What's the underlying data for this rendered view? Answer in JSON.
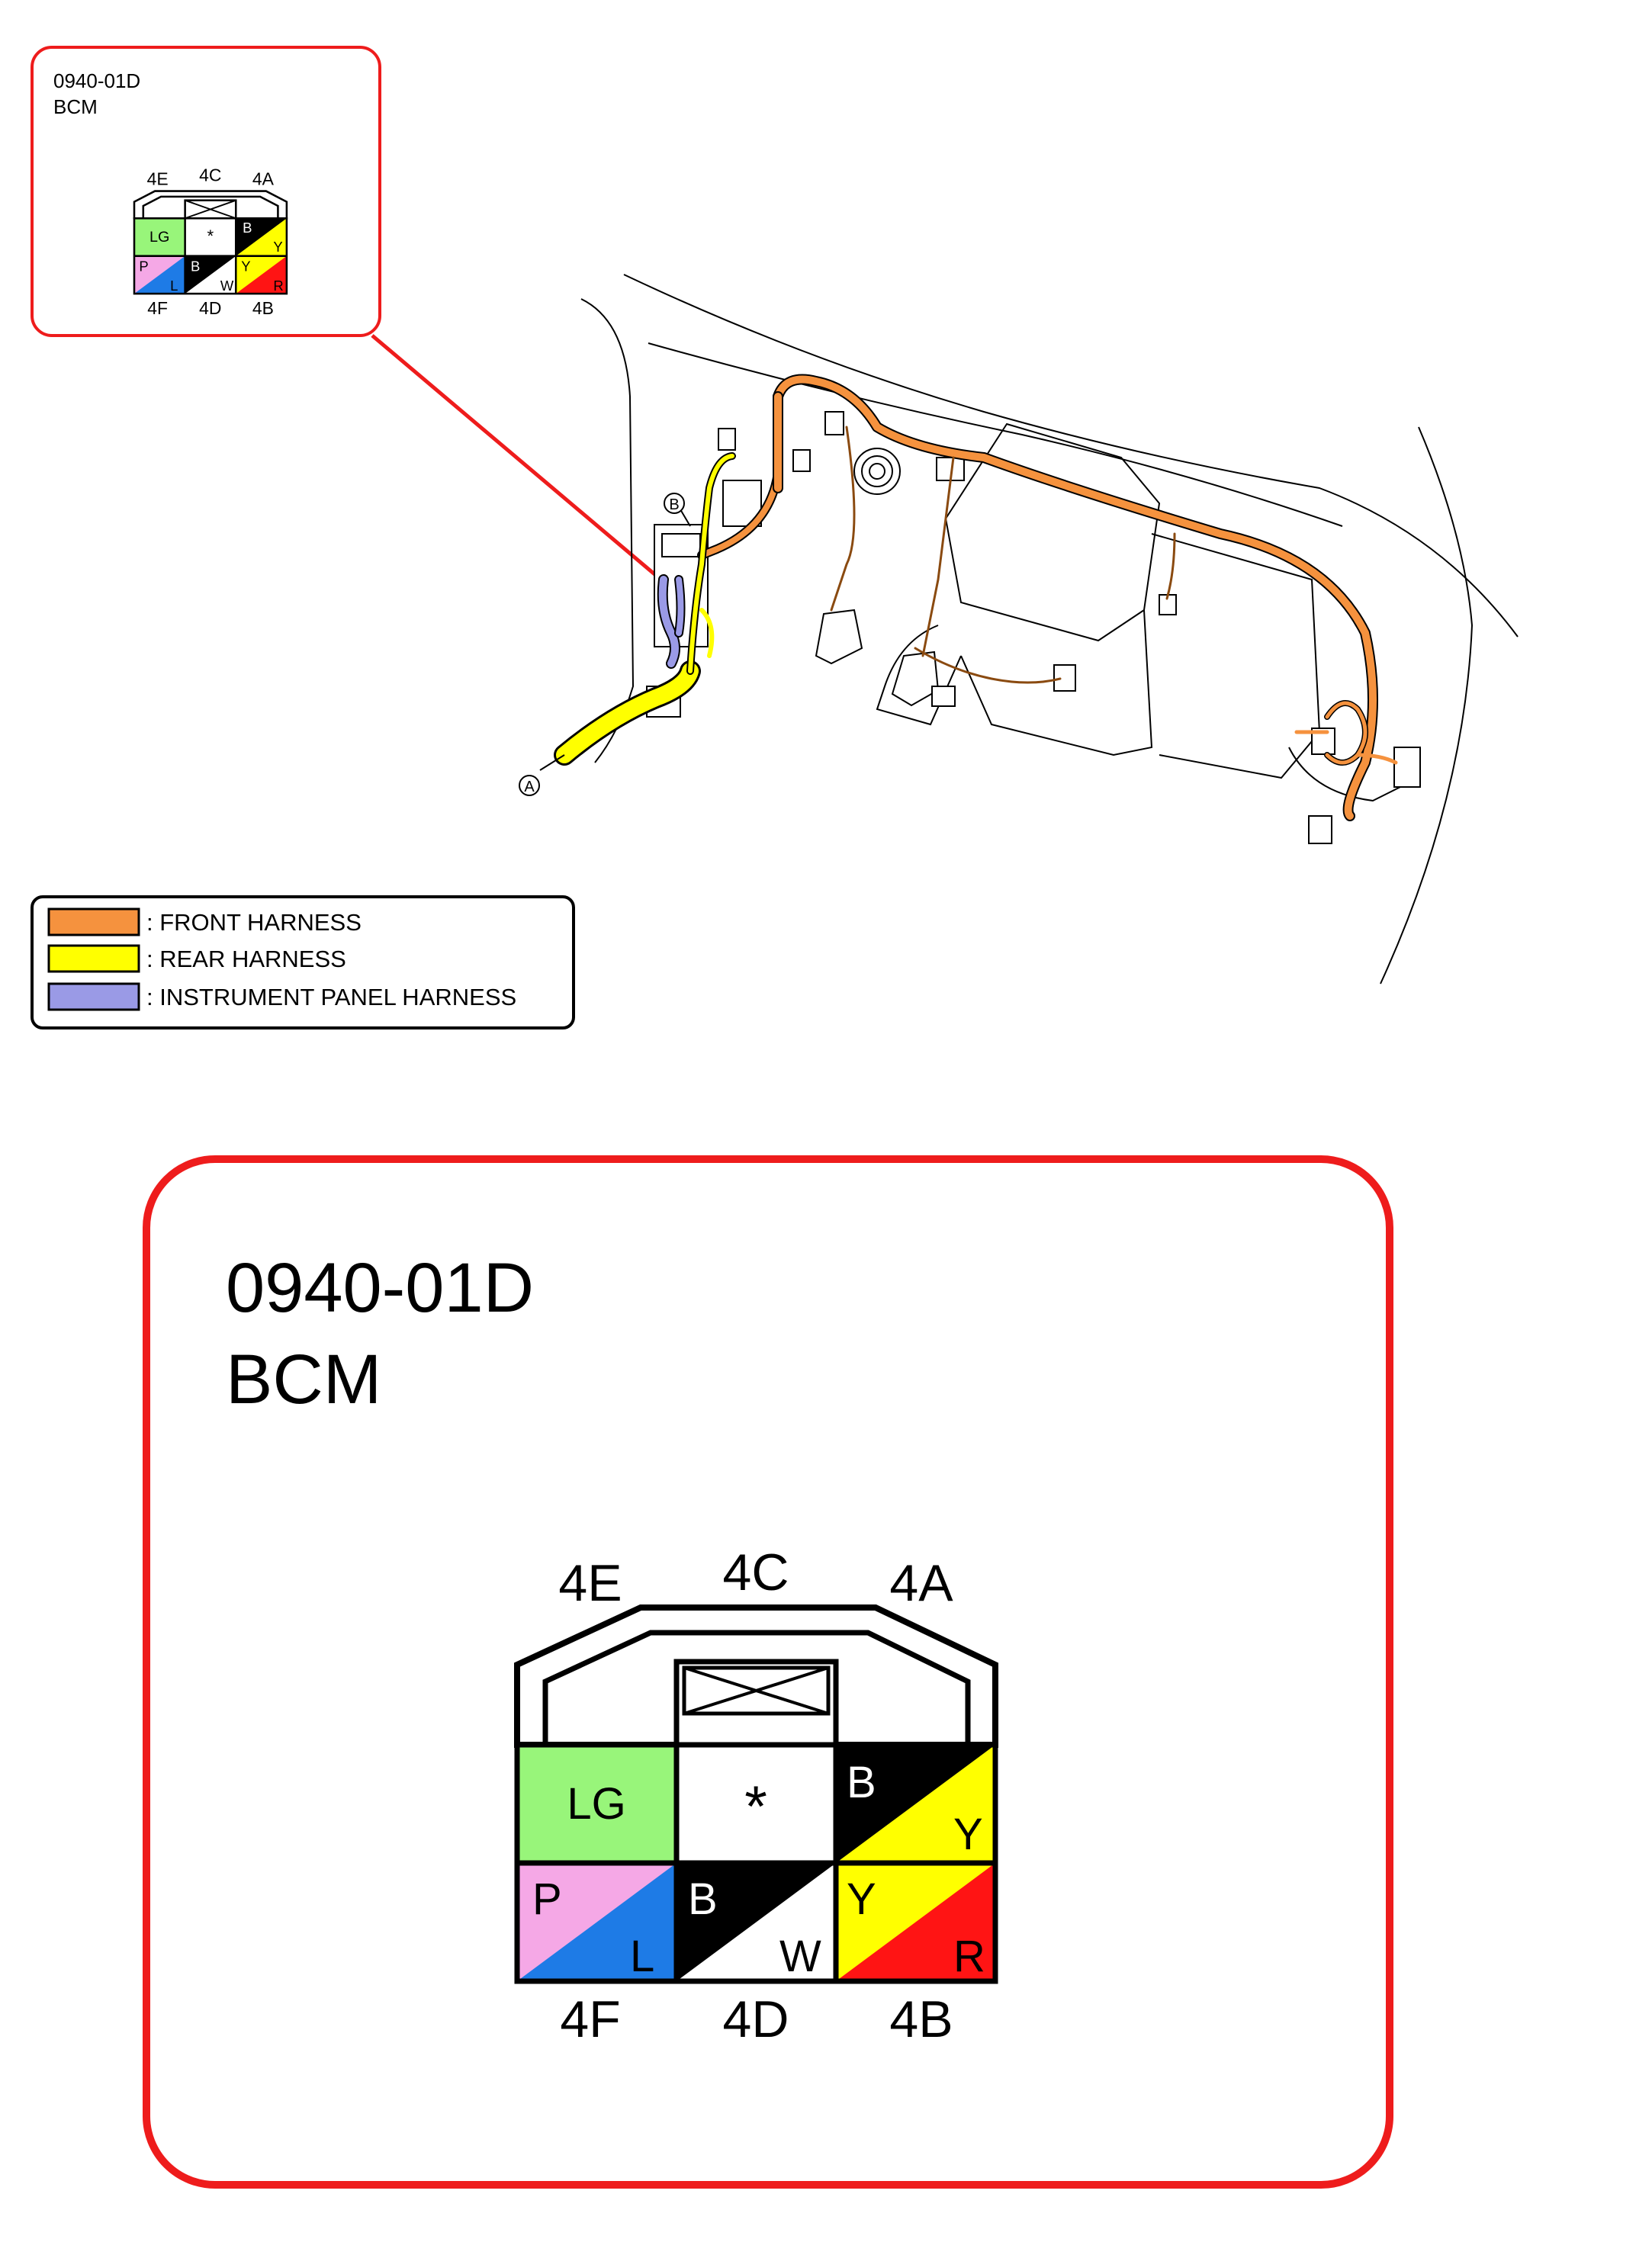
{
  "thumbnail": {
    "code": "0940-01D",
    "name": "BCM",
    "pins_top": [
      "4E",
      "4C",
      "4A"
    ],
    "pins_bottom": [
      "4F",
      "4D",
      "4B"
    ],
    "cells": [
      {
        "main": "LG",
        "secondary": ""
      },
      {
        "main": "*",
        "secondary": ""
      },
      {
        "main": "B",
        "secondary": "Y"
      },
      {
        "main": "P",
        "secondary": "L"
      },
      {
        "main": "B",
        "secondary": "W"
      },
      {
        "main": "Y",
        "secondary": "R"
      }
    ]
  },
  "callouts": {
    "a": "A",
    "b": "B"
  },
  "legend": [
    {
      "label": ": FRONT HARNESS",
      "color": "#f5923e"
    },
    {
      "label": ": REAR HARNESS",
      "color": "#ffff00"
    },
    {
      "label": ": INSTRUMENT PANEL HARNESS",
      "color": "#9a9ae6"
    }
  ],
  "detail": {
    "code": "0940-01D",
    "name": "BCM",
    "pins_top": [
      "4E",
      "4C",
      "4A"
    ],
    "pins_bottom": [
      "4F",
      "4D",
      "4B"
    ],
    "cells": [
      {
        "main": "LG",
        "secondary": ""
      },
      {
        "main": "*",
        "secondary": ""
      },
      {
        "main": "B",
        "secondary": "Y"
      },
      {
        "main": "P",
        "secondary": "L"
      },
      {
        "main": "B",
        "secondary": "W"
      },
      {
        "main": "Y",
        "secondary": "R"
      }
    ]
  },
  "colors": {
    "red_frame": "#ee1c1c",
    "front_harness": "#f5923e",
    "rear_harness": "#ffff00",
    "instrument_panel_harness": "#9a9ae6",
    "light_green": "#98f57a",
    "pink": "#f5a8e6",
    "blue": "#1e7be6",
    "black": "#000000",
    "yellow": "#ffff00",
    "red": "#ff1414",
    "white": "#ffffff"
  }
}
